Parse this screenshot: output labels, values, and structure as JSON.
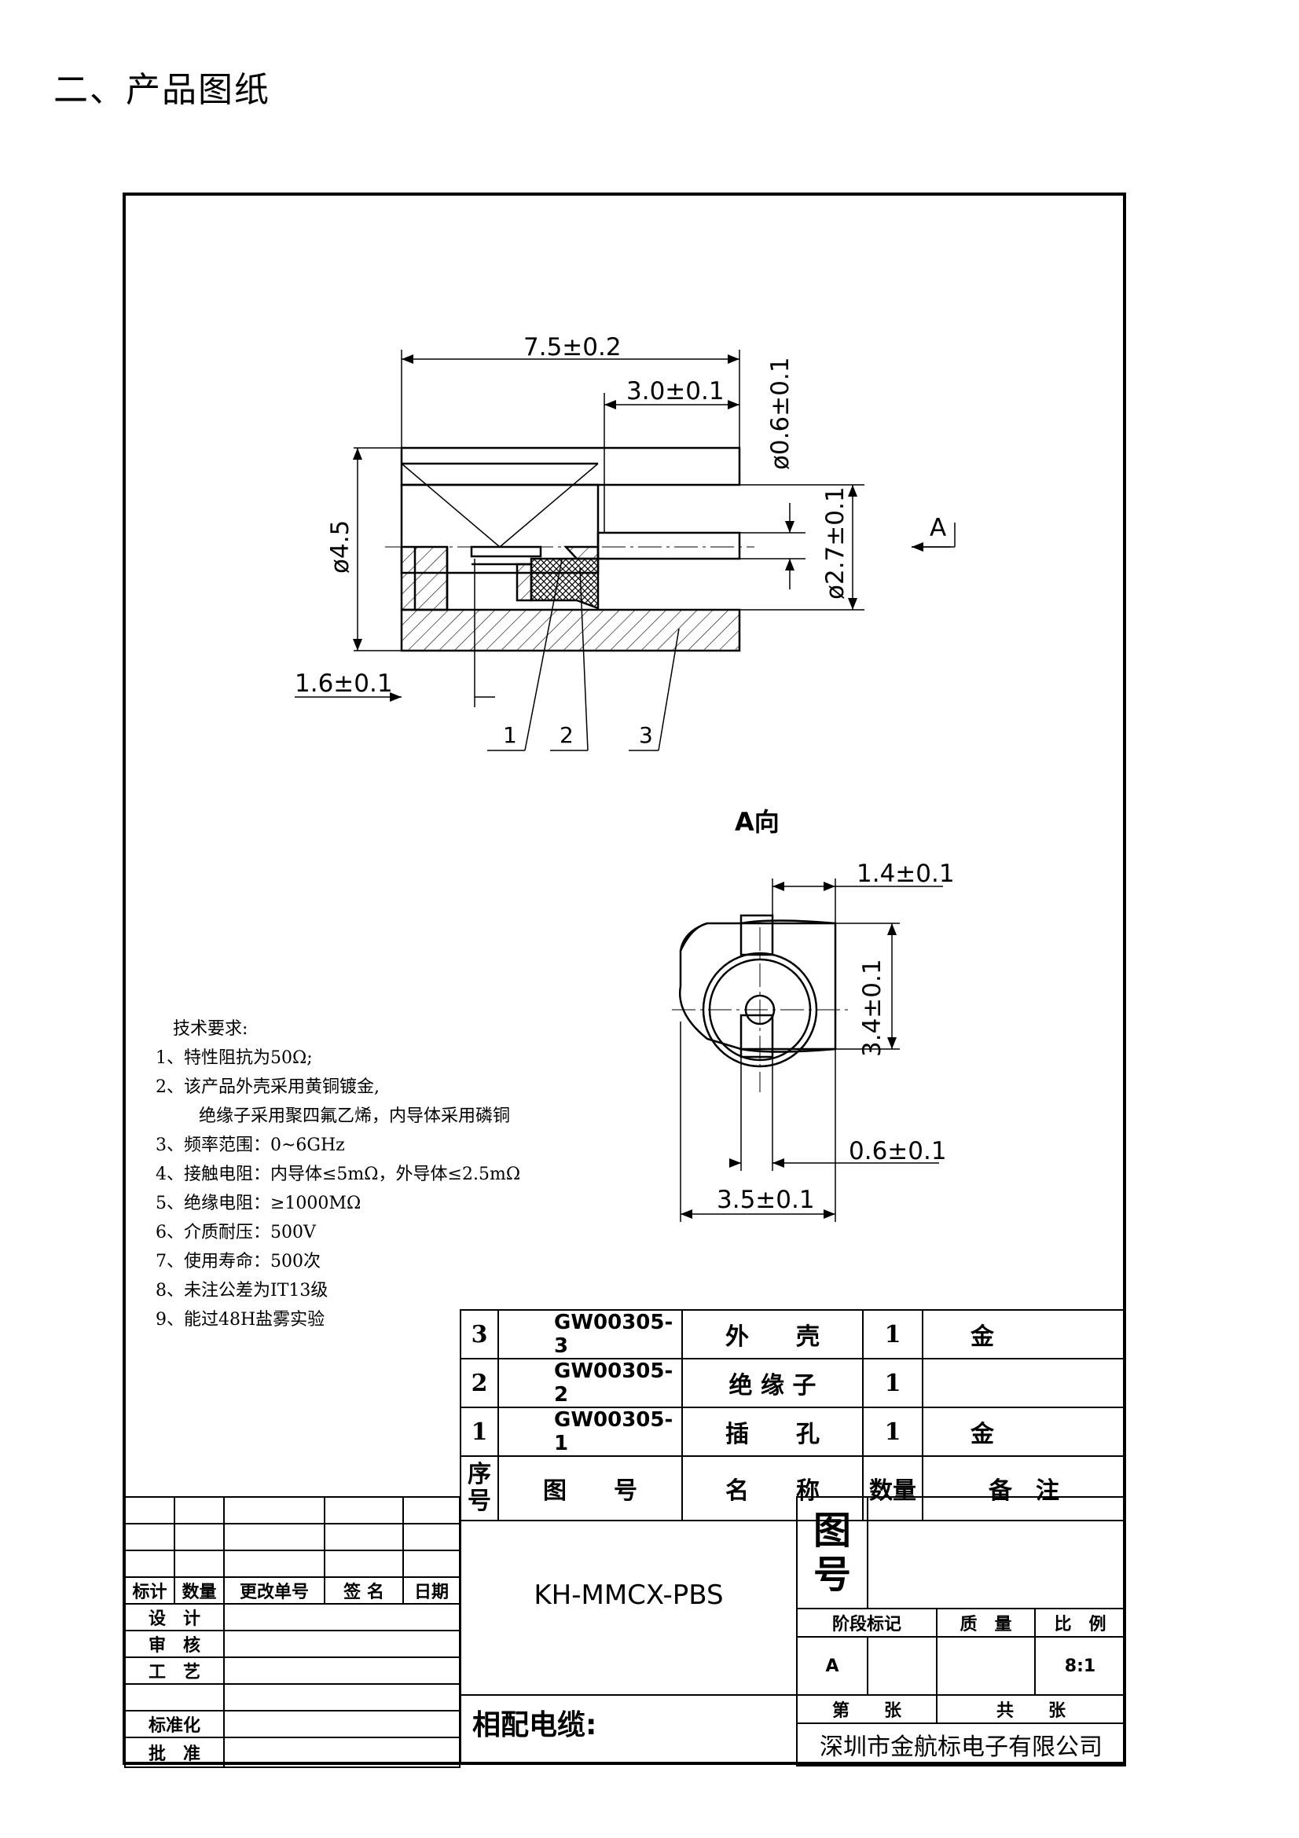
{
  "page_heading": "二、产品图纸",
  "view_a": {
    "label": "A",
    "title": "A向",
    "dims": {
      "width_1_4": "1.4±0.1",
      "height_3_4": "3.4±0.1",
      "slot_0_6": "0.6±0.1",
      "width_3_5": "3.5±0.1"
    }
  },
  "section_view": {
    "dims": {
      "length": "7.5±0.2",
      "pin_len": "3.0±0.1",
      "pin_dia": "ø0.6±0.1",
      "inner_dia": "ø2.7±0.1",
      "outer_dia": "ø4.5",
      "offset": "1.6±0.1"
    },
    "callouts": [
      "1",
      "2",
      "3"
    ]
  },
  "tech_requirements": {
    "title": "技术要求:",
    "items": [
      "1、特性阻抗为50Ω;",
      "2、该产品外壳采用黄铜镀金,",
      "   绝缘子采用聚四氟乙烯，内导体采用磷铜",
      "3、频率范围：0~6GHz",
      "4、接触电阻：内导体≤5mΩ，外导体≤2.5mΩ",
      "5、绝缘电阻：≥1000MΩ",
      "6、介质耐压：500V",
      "7、使用寿命：500次",
      "8、未注公差为IT13级",
      "9、能过48H盐雾实验"
    ]
  },
  "bom": {
    "rows": [
      {
        "no": "3",
        "code": "GW00305-3",
        "name": "外　　壳",
        "qty": "1",
        "note": "金"
      },
      {
        "no": "2",
        "code": "GW00305-2",
        "name": "绝 缘 子",
        "qty": "1",
        "note": ""
      },
      {
        "no": "1",
        "code": "GW00305-1",
        "name": "插　　孔",
        "qty": "1",
        "note": "金"
      }
    ],
    "header": {
      "no": "序号",
      "code": "图　　号",
      "name": "名　　称",
      "qty": "数量",
      "note": "备　注"
    }
  },
  "title_block": {
    "rev_headers": [
      "标计",
      "数量",
      "更改单号",
      "签 名",
      "日期"
    ],
    "roles": [
      "设　计",
      "审　核",
      "工　艺",
      "",
      "标准化",
      "批　准"
    ],
    "part_number": "KH-MMCX-PBS",
    "drawing_no_label": "图号",
    "stage_label": "阶段标记",
    "mass_label": "质　量",
    "scale_label": "比　例",
    "stage_value": "A",
    "scale_value": "8:1",
    "sheet_label": "第　　张",
    "total_label": "共　　张",
    "cable_label": "相配电缆:",
    "company": "深圳市金航标电子有限公司"
  }
}
